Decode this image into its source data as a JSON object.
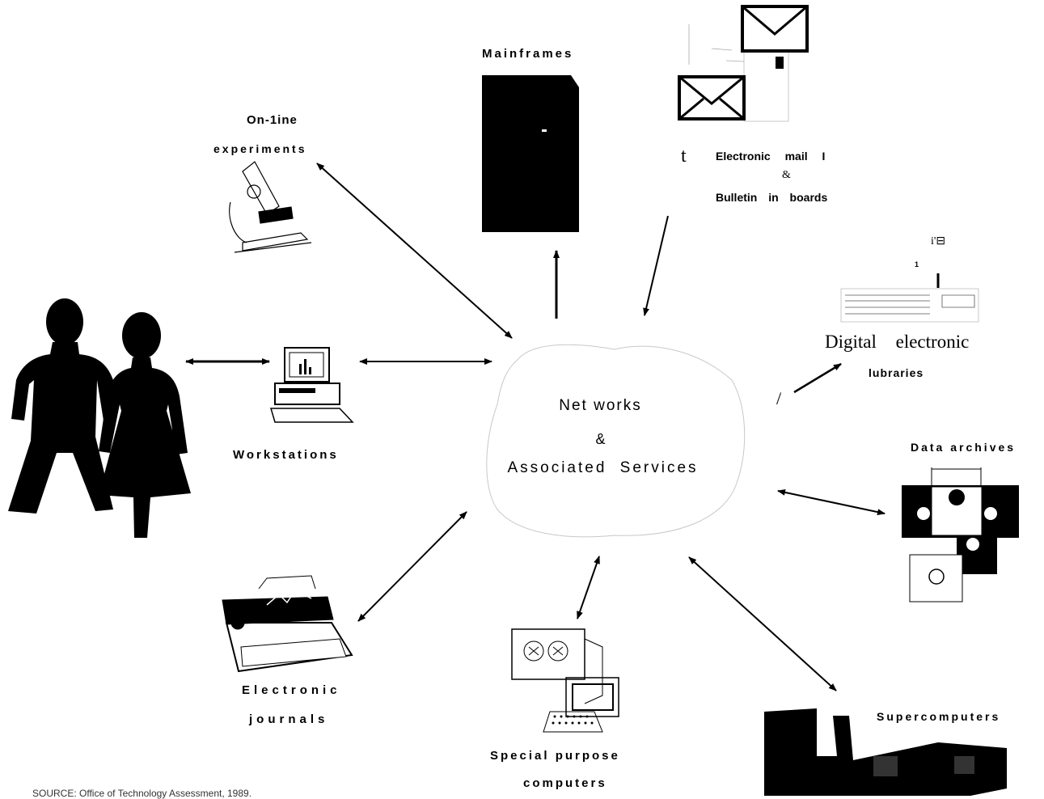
{
  "center": {
    "line1": "Net works",
    "line2": "&",
    "line3": "Associated Services"
  },
  "nodes": {
    "mainframes": "Mainframes",
    "online_line1": "On-1ine",
    "online_line2": "experiments",
    "email_t": "t",
    "email_line1": "Electronic mail I",
    "email_amp": "&",
    "email_line2": "Bulletin in boards",
    "library_line1": "Digital electronic",
    "library_line2": "lubraries",
    "data_archives": "Data archives",
    "workstations": "Workstations",
    "journals_line1": "Electronic",
    "journals_line2": "journals",
    "special_line1": "Special purpose",
    "special_line2": "computers",
    "supercomputers": "Supercomputers"
  },
  "stray_marks": {
    "slash": "/",
    "bulletin_fragment": "i'⊟",
    "bulletin_one": "1"
  },
  "source": "SOURCE: Office of Technology Assessment, 1989."
}
